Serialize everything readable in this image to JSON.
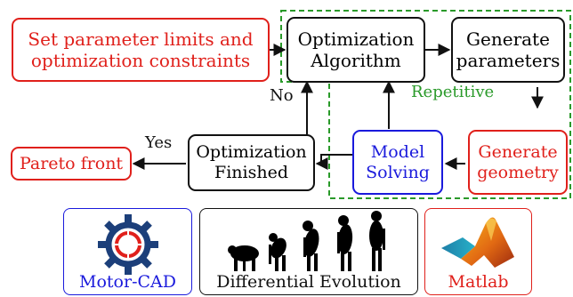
{
  "flow": {
    "set_limits": [
      "Set parameter limits and",
      "optimization constraints"
    ],
    "opt_algorithm": [
      "Optimization",
      "Algorithm"
    ],
    "gen_params": [
      "Generate",
      "parameters"
    ],
    "repetitive": "Repetitive",
    "no_label": "No",
    "yes_label": "Yes",
    "opt_finished": [
      "Optimization",
      "Finished"
    ],
    "model_solving": [
      "Model",
      "Solving"
    ],
    "gen_geometry": [
      "Generate",
      "geometry"
    ],
    "pareto": "Pareto front"
  },
  "tools": {
    "motorcad": "Motor-CAD",
    "de": "Differential Evolution",
    "matlab": "Matlab"
  },
  "colors": {
    "red": "#e0201b",
    "blue": "#1a1adc",
    "green": "#2a9a2a",
    "navy": "#1c3f7a"
  }
}
